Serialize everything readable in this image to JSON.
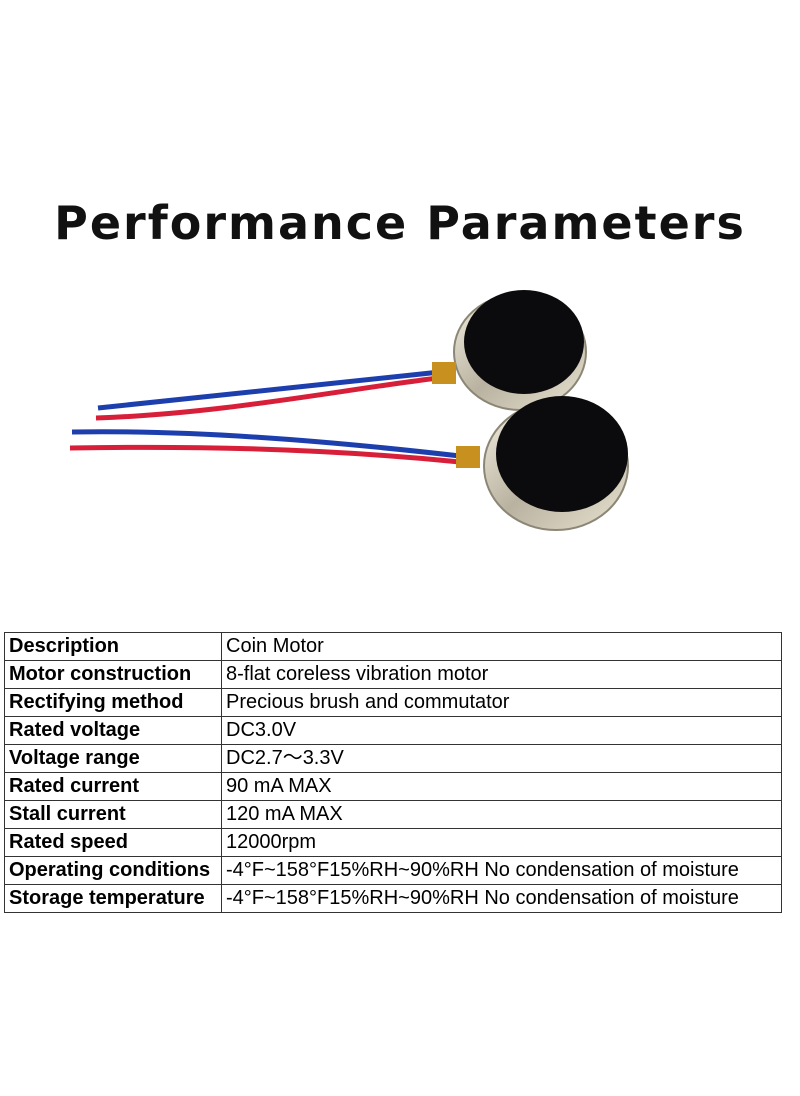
{
  "title": "Performance Parameters",
  "product_image": {
    "icon": "coin-vibration-motor-photo"
  },
  "specs": [
    {
      "label": "Description",
      "value": "Coin Motor"
    },
    {
      "label": "Motor construction",
      "value": "8-flat coreless vibration motor"
    },
    {
      "label": "Rectifying method",
      "value": "Precious brush and commutator"
    },
    {
      "label": "Rated voltage",
      "value": "DC3.0V"
    },
    {
      "label": "Voltage range",
      "value": "DC2.7～3.3V"
    },
    {
      "label": "Rated current",
      "value": "90 mA MAX"
    },
    {
      "label": "Stall current",
      "value": "120 mA MAX"
    },
    {
      "label": "Rated speed",
      "value": "12000rpm"
    },
    {
      "label": "Operating conditions",
      "value": "-4°F~158°F15%RH~90%RH No condensation of moisture"
    },
    {
      "label": "Storage temperature",
      "value": "-4°F~158°F15%RH~90%RH No condensation of moisture"
    }
  ]
}
